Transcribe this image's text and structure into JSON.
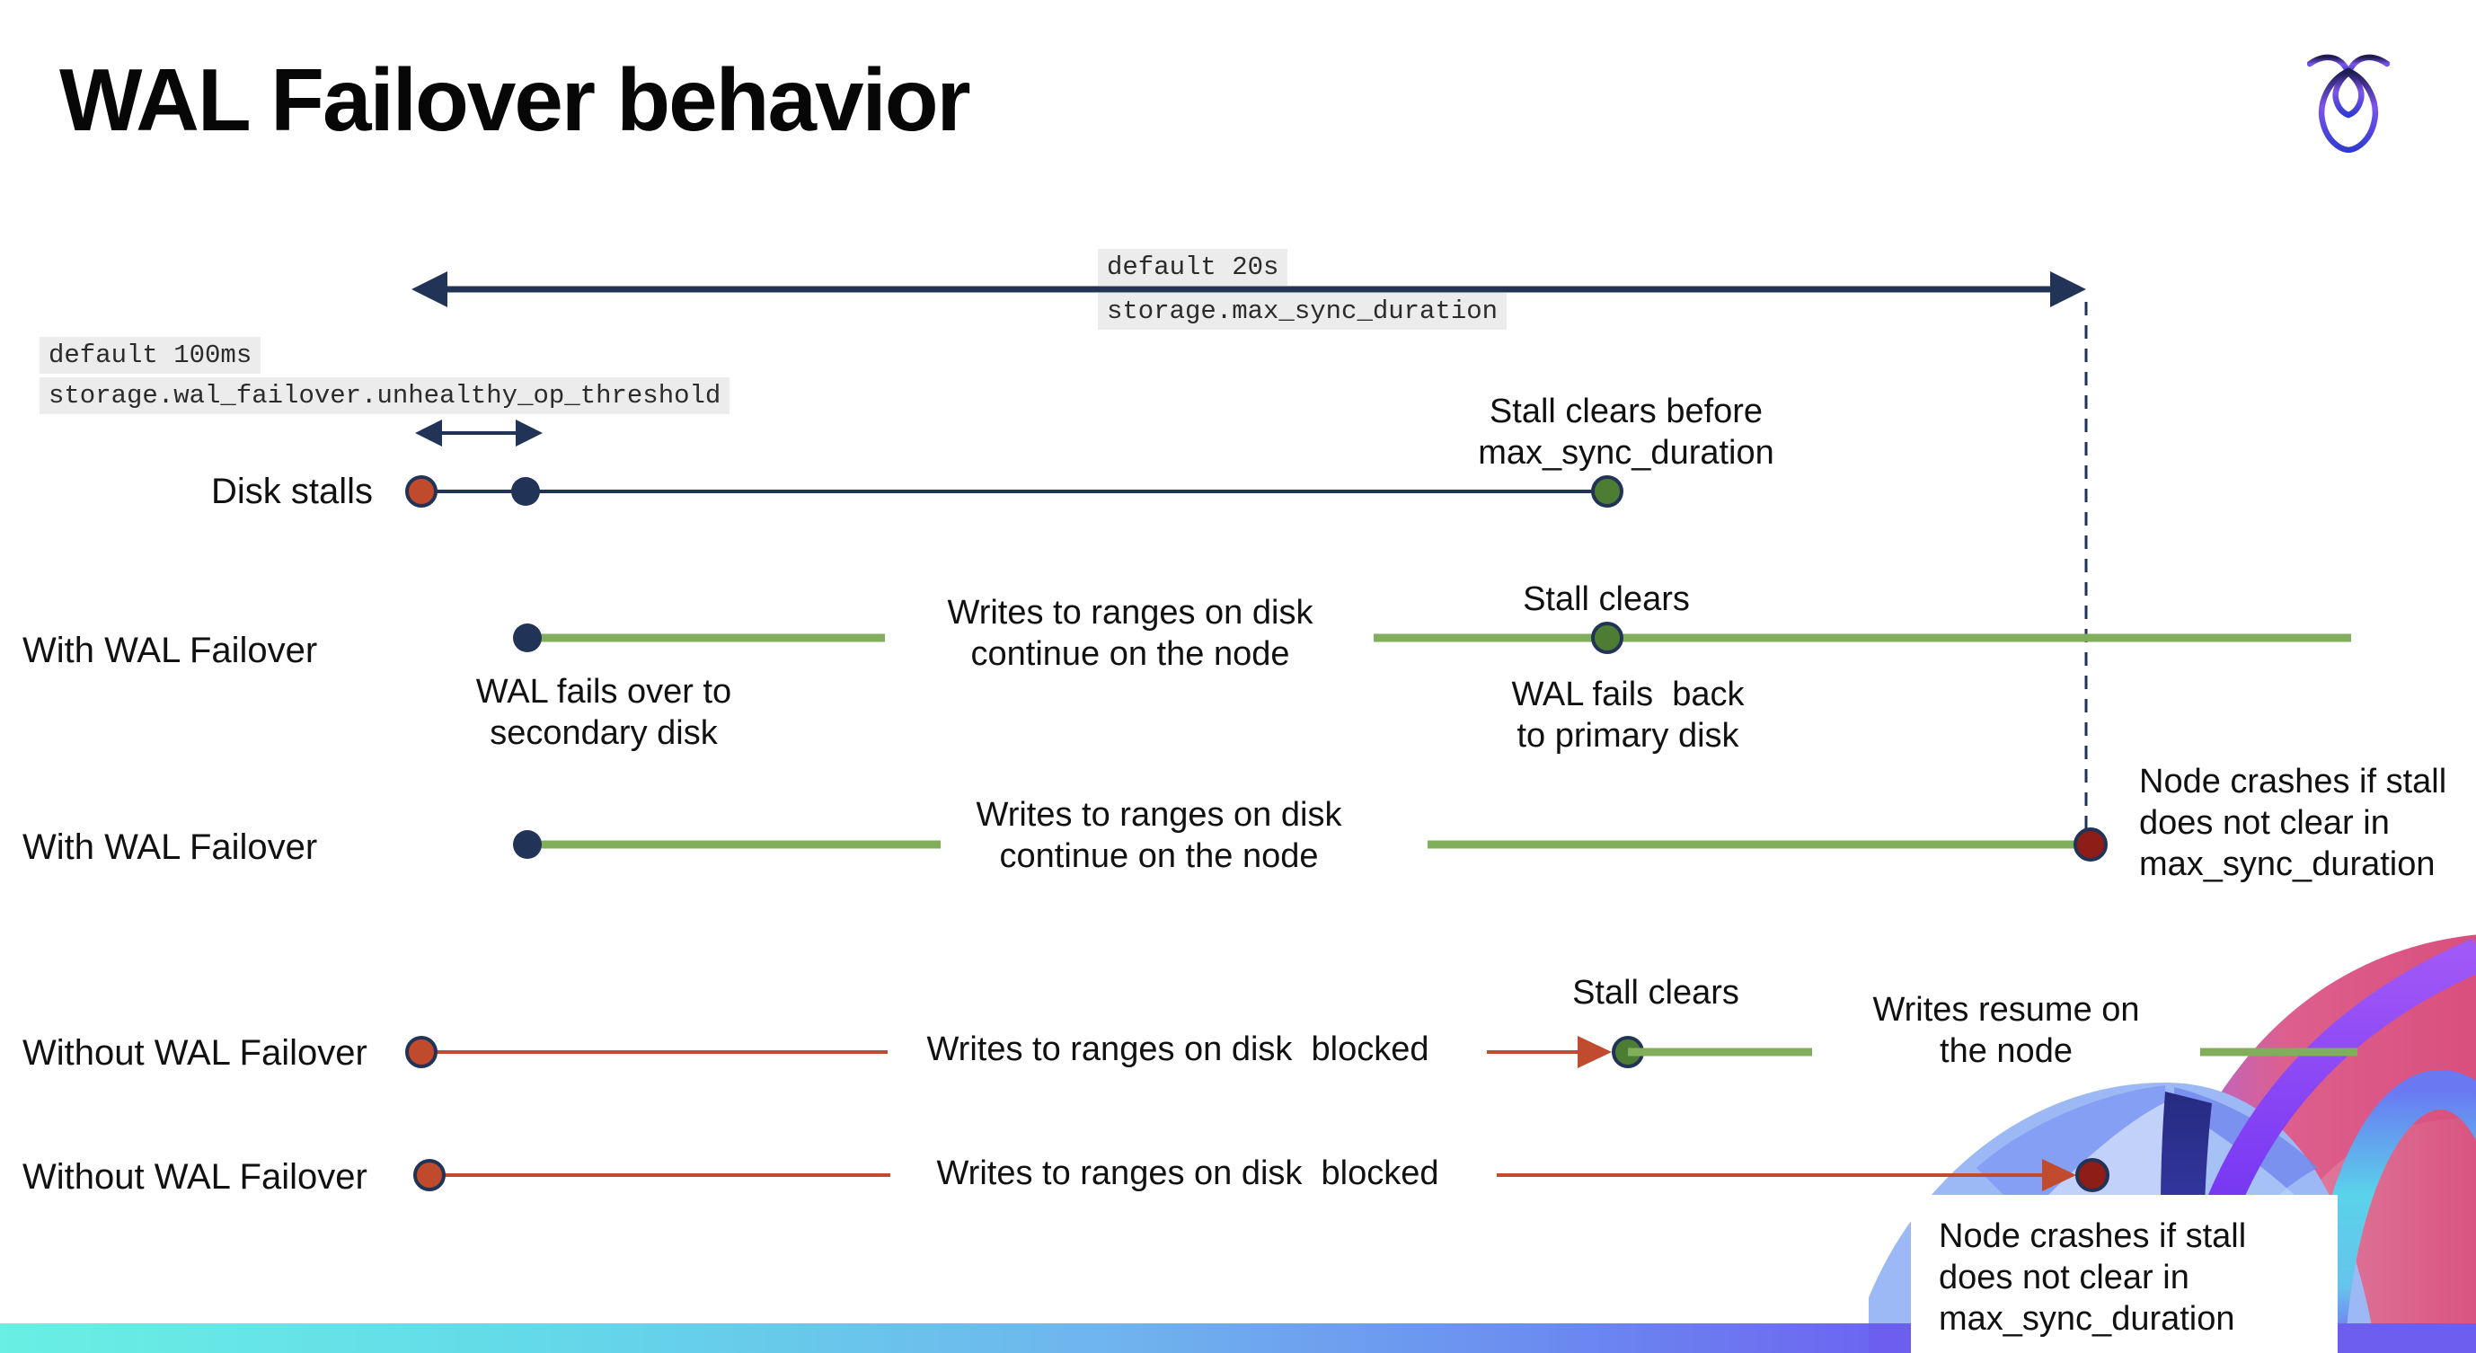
{
  "page": {
    "title": "WAL Failover behavior"
  },
  "icons": {
    "logo": "cockroachdb-logo",
    "artwork": "cockroach-brand-art"
  },
  "colors": {
    "navy": "#213356",
    "green_line": "#81ae5b",
    "green_dot": "#4d7d32",
    "red_line": "#c04b2e",
    "red_dot": "#bf4b2c",
    "crash_dot": "#8f1d17",
    "code_bg": "#ececec",
    "bar_left": "#69efe3",
    "bar_right": "#6c5ff0"
  },
  "config_labels": {
    "max_sync": {
      "default": "default 20s",
      "setting": "storage.max_sync_duration"
    },
    "unhealthy_op": {
      "default": "default 100ms",
      "setting": "storage.wal_failover.unhealthy_op_threshold"
    }
  },
  "rows": {
    "disk_stalls": {
      "label": "Disk stalls",
      "stall_clears_line1": "Stall clears before",
      "stall_clears_line2": "max_sync_duration"
    },
    "with_wal_1": {
      "label": "With WAL Failover",
      "failover_line1": "WAL fails over to",
      "failover_line2": "secondary disk",
      "writes_line1": "Writes to ranges on disk",
      "writes_line2": "continue on the node",
      "stall_clears": "Stall clears",
      "failback_line1": "WAL fails  back",
      "failback_line2": "to primary disk"
    },
    "with_wal_2": {
      "label": "With WAL Failover",
      "writes_line1": "Writes to ranges on disk",
      "writes_line2": "continue on the node",
      "crash_line1": "Node crashes if stall",
      "crash_line2": "does not clear in",
      "crash_line3": "max_sync_duration"
    },
    "without_wal_1": {
      "label": "Without WAL Failover",
      "writes": "Writes to ranges on disk  blocked",
      "stall_clears": "Stall clears",
      "resume_line1": "Writes resume on",
      "resume_line2": "the node"
    },
    "without_wal_2": {
      "label": "Without WAL Failover",
      "writes": "Writes to ranges on disk  blocked",
      "crash_line1": "Node crashes if stall",
      "crash_line2": "does not clear in",
      "crash_line3": "max_sync_duration"
    }
  }
}
